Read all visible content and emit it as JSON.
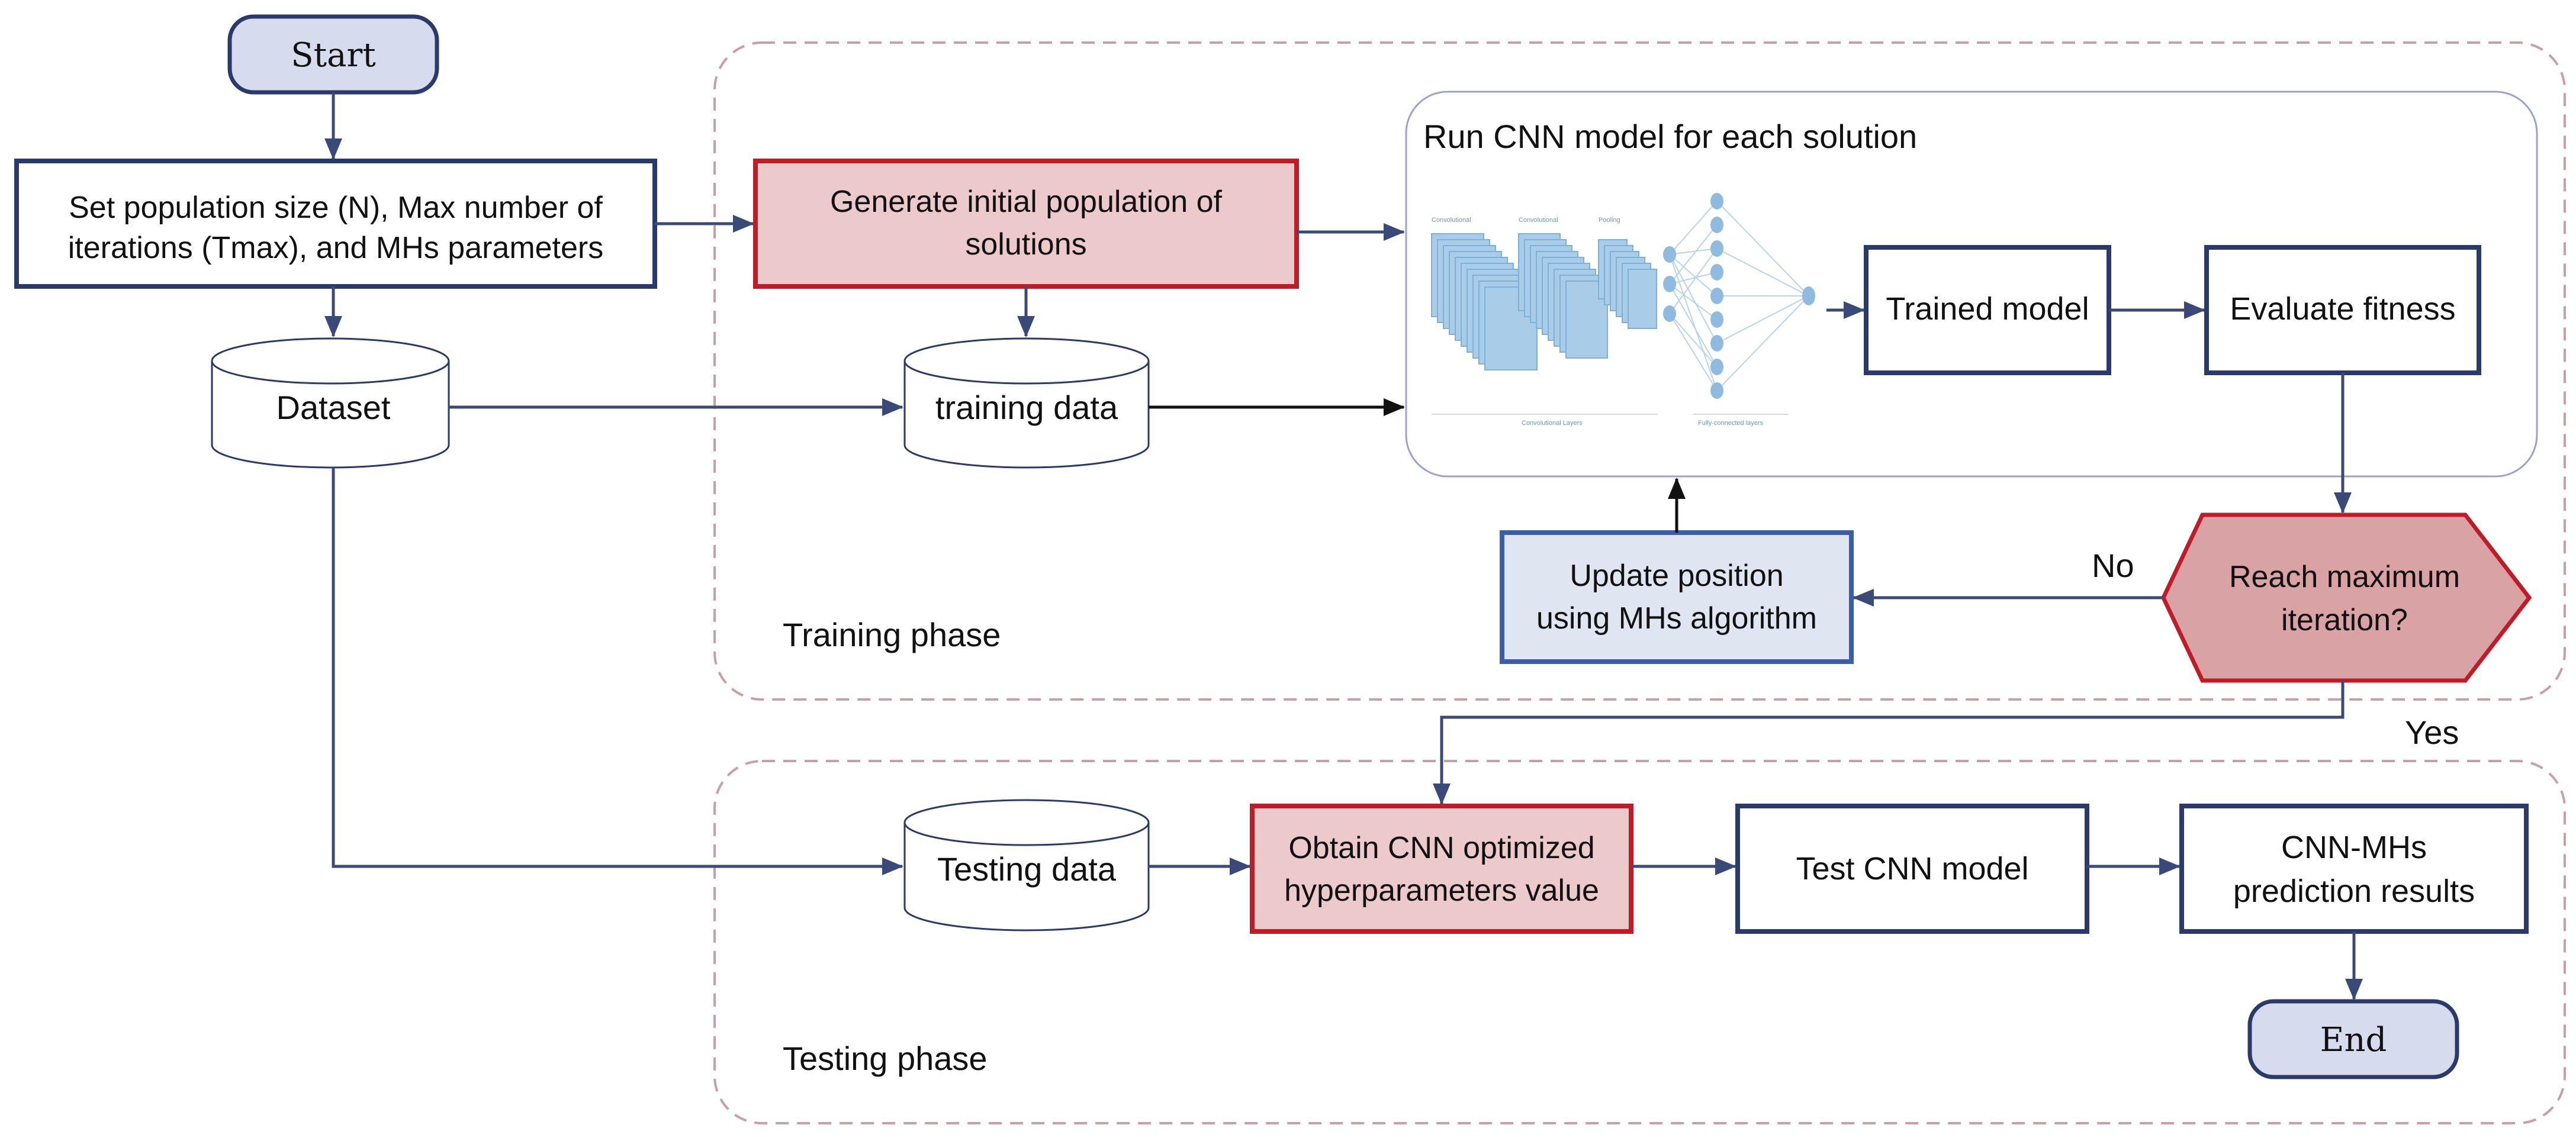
{
  "diagram": {
    "start": "Start",
    "end": "End",
    "set_params": [
      "Set population size (N), Max number of",
      "iterations (Tmax), and MHs parameters"
    ],
    "dataset": "Dataset",
    "generate_population": [
      "Generate initial population of",
      "solutions"
    ],
    "training_data": "training data",
    "run_cnn": "Run CNN model for each solution",
    "cnn_figure": {
      "layer_conv1": "Convolutional",
      "layer_conv2": "Convolutional",
      "layer_pool": "Pooling",
      "conv_layers": "Convolutional Layers",
      "fc_layers": "Fully-connected layers"
    },
    "trained_model": "Trained model",
    "evaluate_fitness": "Evaluate fitness",
    "reach_max": [
      "Reach maximum",
      "iteration?"
    ],
    "label_no": "No",
    "label_yes": "Yes",
    "update_position": [
      "Update position",
      "using MHs algorithm"
    ],
    "training_phase": "Training phase",
    "testing_phase": "Testing phase",
    "testing_data": "Testing data",
    "obtain_cnn": [
      "Obtain CNN optimized",
      "hyperparameters value"
    ],
    "test_cnn": "Test CNN model",
    "results": [
      "CNN-MHs",
      "prediction results"
    ]
  },
  "colors": {
    "navy_border": "#2a3b6b",
    "arrow": "#3a4a78",
    "red_border": "#c01c28",
    "red_fill": "#ecc9ca",
    "blue_fill": "#dfe6f2",
    "blue_border": "#3a5fa8",
    "phase_dash": "#c99ea4",
    "cnn_panel_border": "#9aa3cc",
    "cnn_shape": "#a9cce8",
    "terminal_fill": "#d6dcee"
  }
}
